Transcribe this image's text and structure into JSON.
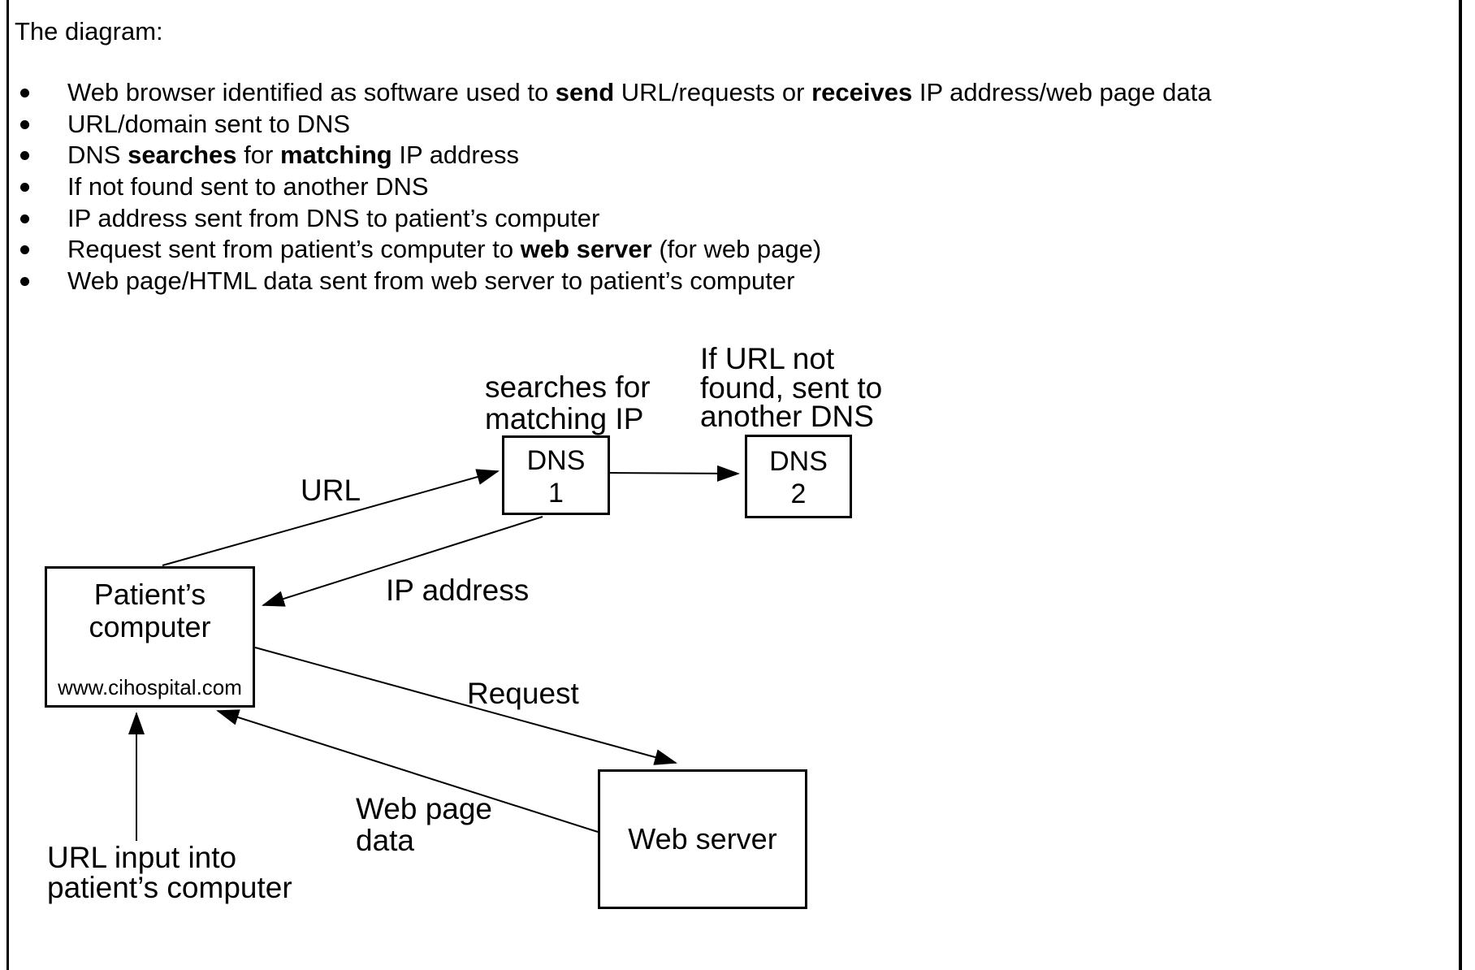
{
  "page": {
    "title": "The diagram:"
  },
  "bullets": [
    {
      "segments": [
        {
          "text": "Web browser identified as software used to ",
          "bold": false
        },
        {
          "text": "send",
          "bold": true
        },
        {
          "text": " URL/requests or ",
          "bold": false
        },
        {
          "text": "receives",
          "bold": true
        },
        {
          "text": " IP address/web page data",
          "bold": false
        }
      ]
    },
    {
      "segments": [
        {
          "text": "URL/domain sent to DNS",
          "bold": false
        }
      ]
    },
    {
      "segments": [
        {
          "text": "DNS ",
          "bold": false
        },
        {
          "text": "searches",
          "bold": true
        },
        {
          "text": " for ",
          "bold": false
        },
        {
          "text": "matching",
          "bold": true
        },
        {
          "text": " IP address",
          "bold": false
        }
      ]
    },
    {
      "segments": [
        {
          "text": "If not found sent to another DNS",
          "bold": false
        }
      ]
    },
    {
      "segments": [
        {
          "text": "IP address sent from DNS to patient’s computer",
          "bold": false
        }
      ]
    },
    {
      "segments": [
        {
          "text": "Request sent from patient’s computer to ",
          "bold": false
        },
        {
          "text": "web server",
          "bold": true
        },
        {
          "text": " (for web page)",
          "bold": false
        }
      ]
    },
    {
      "segments": [
        {
          "text": "Web page/HTML data sent from web server to patient’s computer",
          "bold": false
        }
      ]
    }
  ],
  "diagram": {
    "boxes": {
      "patient": {
        "line1": "Patient’s",
        "line2": "computer",
        "url": "www.cihospital.com"
      },
      "dns1": {
        "line1": "DNS",
        "line2": "1"
      },
      "dns2": {
        "line1": "DNS",
        "line2": "2"
      },
      "webserver": {
        "label": "Web server"
      }
    },
    "labels": {
      "url": "URL",
      "ip_address": "IP address",
      "request": "Request",
      "web_page_data": [
        "Web page",
        "data"
      ],
      "url_input": [
        "URL input into",
        "patient’s computer"
      ],
      "dns1_note": [
        "searches for",
        "matching IP"
      ],
      "dns2_note": [
        "If URL not",
        "found, sent to",
        "another DNS"
      ]
    }
  },
  "colors": {
    "ink": "#000000",
    "background": "#ffffff"
  }
}
